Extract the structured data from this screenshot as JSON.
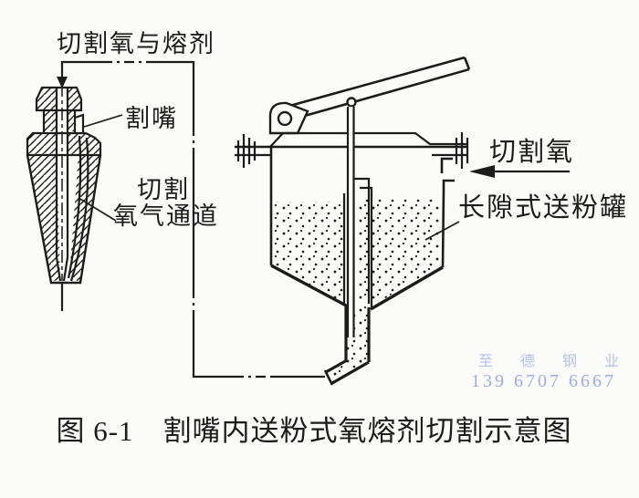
{
  "diagram": {
    "nozzle_section": {
      "inlet_label": "切割氧与熔剂",
      "nozzle_label": "割嘴",
      "channel_label_line1": "切割",
      "channel_label_line2": "氧气通道"
    },
    "hopper_section": {
      "oxygen_label": "切割氧",
      "tank_label": "长隙式送粉罐"
    }
  },
  "caption": "图 6-1　割嘴内送粉式氧熔剂切割示意图",
  "watermark": {
    "company": "至 德 钢 业",
    "phone": "139 6707 6667"
  },
  "colors": {
    "ink": "#1c1c1c",
    "paper": "#fbfbf9",
    "watermark_company": "#b5bfeb",
    "watermark_phone": "#9dabe8"
  }
}
